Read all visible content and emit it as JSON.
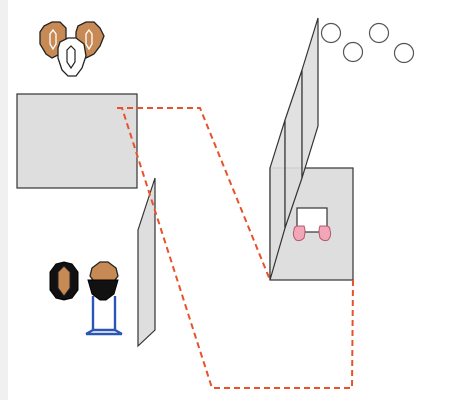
{
  "diagram": {
    "kind": "shooting-stage-course-of-fire",
    "colors": {
      "panel_fill": "#dedede",
      "panel_stroke": "#333333",
      "path_color": "#e8522a",
      "target_tan": "#c88a55",
      "target_black": "#111111",
      "target_white": "#ffffff",
      "stand_blue": "#2a57b5",
      "hands_pink": "#f3a6b8",
      "plate_stroke": "#555555"
    },
    "elements": [
      {
        "name": "upper-left-barrier",
        "shape": "rectangle"
      },
      {
        "name": "upper-left-target-cluster",
        "shape": "three-octagon-targets",
        "count": 3
      },
      {
        "name": "lower-left-wall-panel",
        "shape": "skewed-panel"
      },
      {
        "name": "lower-left-black-target",
        "shape": "octagon-target"
      },
      {
        "name": "lower-left-stand-target",
        "shape": "octagon-target-on-stand"
      },
      {
        "name": "right-shooting-box",
        "shape": "rectangle"
      },
      {
        "name": "right-fence-panels",
        "shape": "skewed-panels",
        "count": 3
      },
      {
        "name": "start-position-hands",
        "shape": "hands-on-table"
      },
      {
        "name": "steel-plates",
        "shape": "circles",
        "count": 4
      },
      {
        "name": "shooter-movement-path",
        "shape": "dashed-polyline"
      }
    ]
  }
}
